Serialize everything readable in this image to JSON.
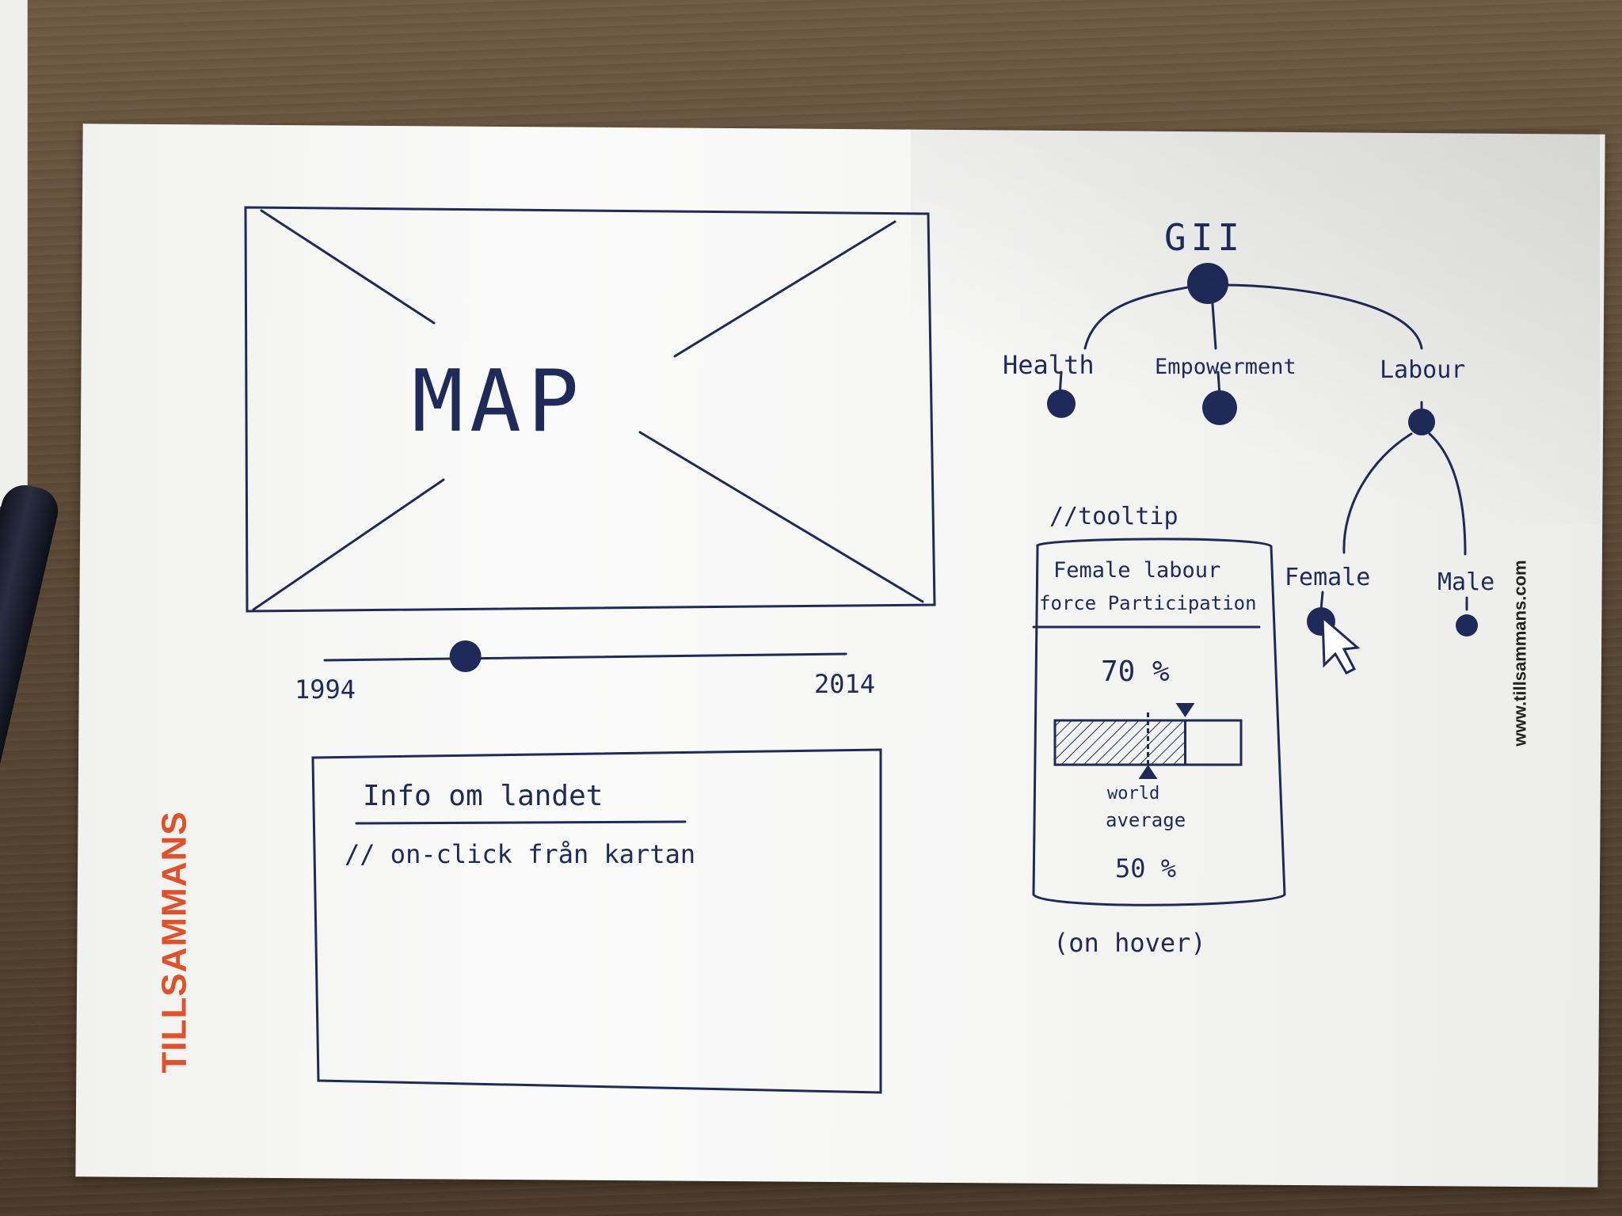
{
  "sketch": {
    "map_label": "MAP",
    "slider": {
      "start_label": "1994",
      "end_label": "2014",
      "value": 0.27
    },
    "info_panel": {
      "title": "Info om landet",
      "note": "// on-click från kartan"
    },
    "tree": {
      "root_label": "GII",
      "children": [
        "Health",
        "Empowerment",
        "Labour"
      ],
      "labour_children": [
        "Female",
        "Male"
      ]
    },
    "tooltip": {
      "comment": "//tooltip",
      "title_line1": "Female labour",
      "title_line2": "force Participation",
      "value": "70 %",
      "value_fraction": 0.7,
      "average_label_line1": "world",
      "average_label_line2": "average",
      "average_value": "50 %",
      "average_fraction": 0.5,
      "trigger_note": "(on hover)"
    }
  },
  "branding": {
    "logo": "TILLSAMMANS",
    "url": "www.tillsammans.com",
    "logo_color": "#e0502a"
  },
  "ink_color": "#1f2a5a"
}
